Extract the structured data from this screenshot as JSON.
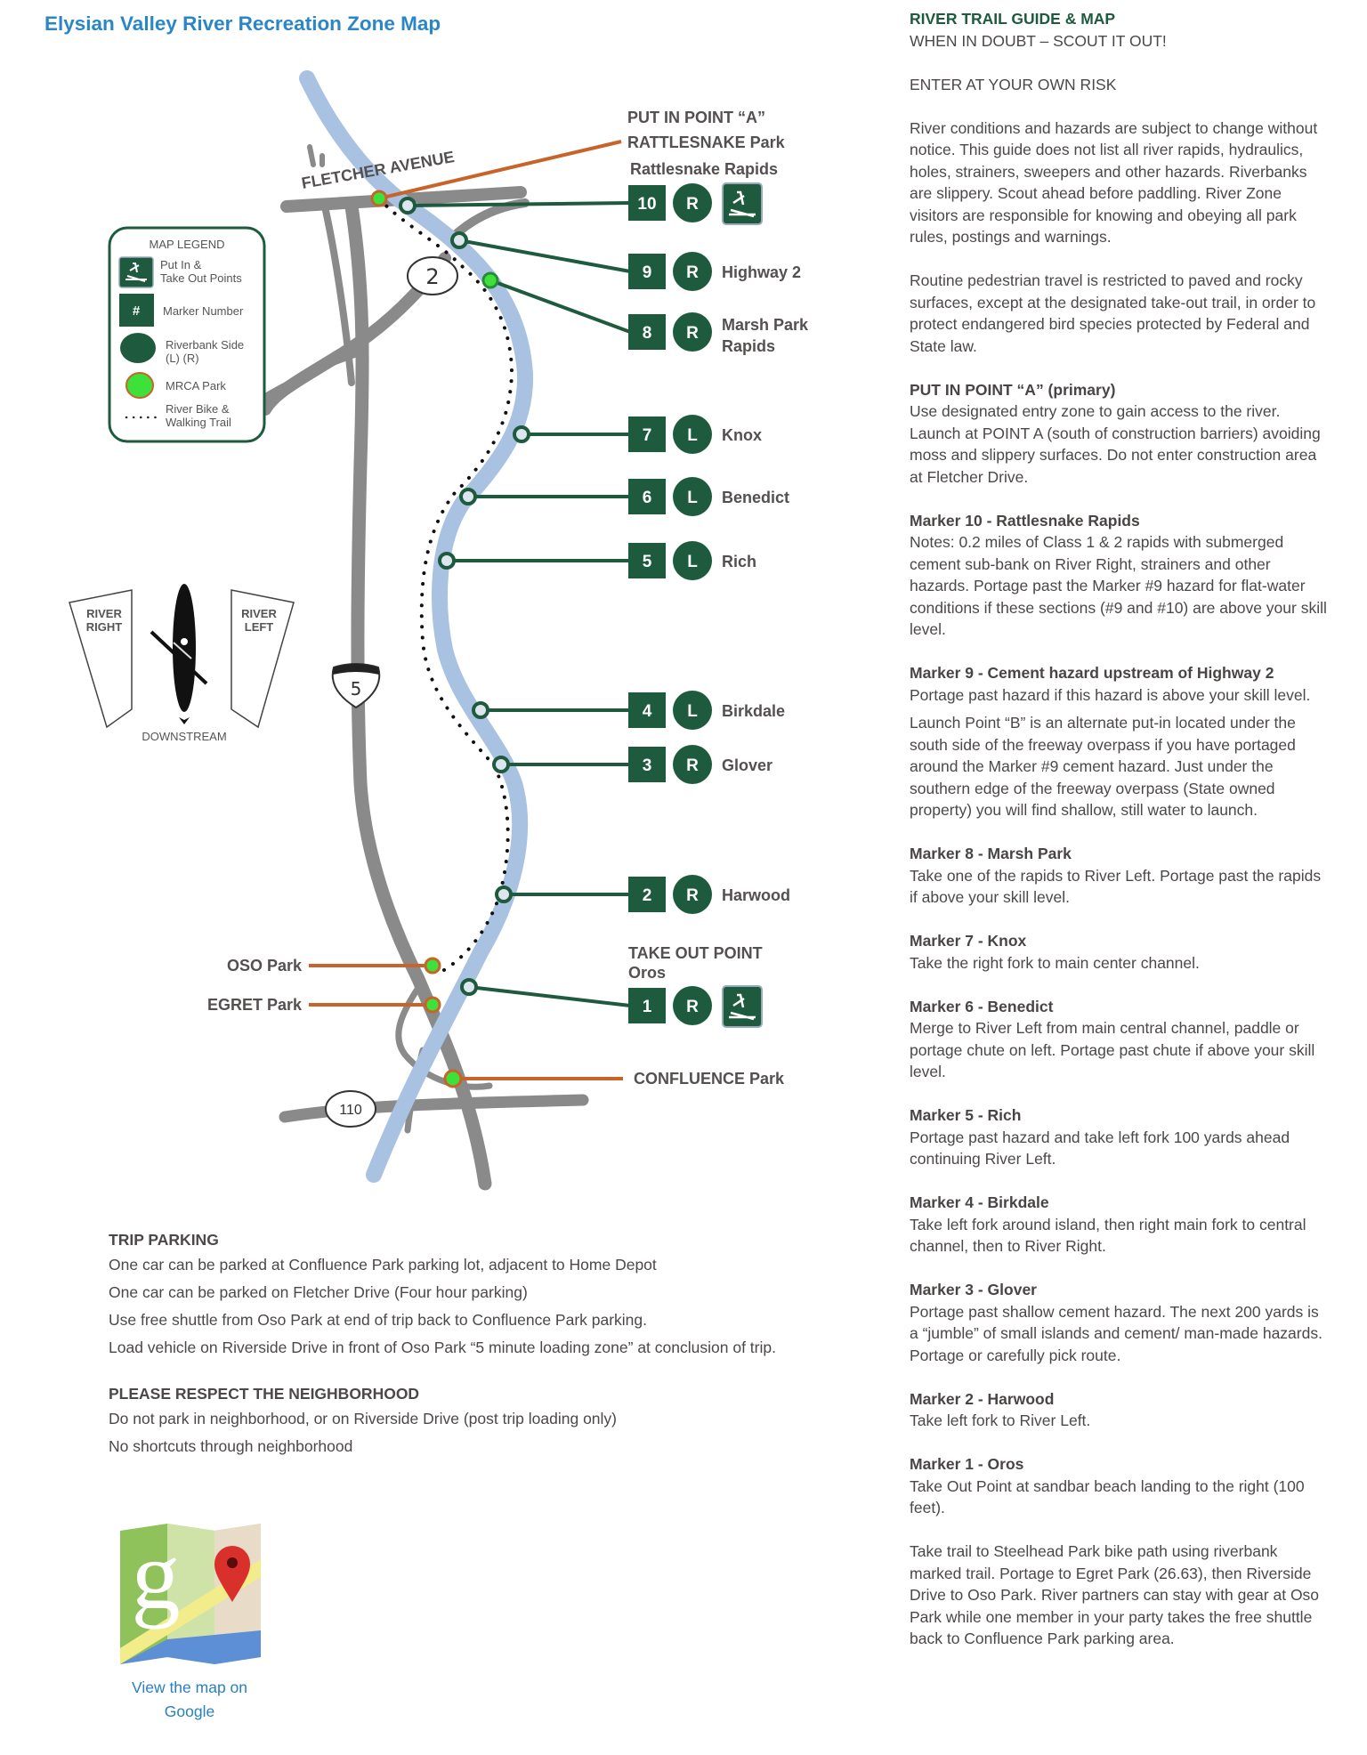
{
  "title": "Elysian Valley River Recreation Zone Map",
  "map": {
    "fletcher": "FLETCHER AVENUE",
    "put_in_1": "PUT IN POINT “A”",
    "put_in_2": "RATTLESNAKE Park",
    "put_in_3": "Rattlesnake Rapids",
    "take_out_1": "TAKE OUT POINT",
    "take_out_2": "Oros",
    "oso": "OSO Park",
    "egret": "EGRET Park",
    "confluence": "CONFLUENCE Park",
    "hwy2": "2",
    "i5": "5",
    "hwy110": "110",
    "markers": [
      {
        "num": "10",
        "side": "R",
        "name": "",
        "name2": "",
        "launch": true
      },
      {
        "num": "9",
        "side": "R",
        "name": "Highway 2",
        "name2": ""
      },
      {
        "num": "8",
        "side": "R",
        "name": "Marsh Park",
        "name2": "Rapids"
      },
      {
        "num": "7",
        "side": "L",
        "name": "Knox",
        "name2": ""
      },
      {
        "num": "6",
        "side": "L",
        "name": "Benedict",
        "name2": ""
      },
      {
        "num": "5",
        "side": "L",
        "name": "Rich",
        "name2": ""
      },
      {
        "num": "4",
        "side": "L",
        "name": "Birkdale",
        "name2": ""
      },
      {
        "num": "3",
        "side": "R",
        "name": "Glover",
        "name2": ""
      },
      {
        "num": "2",
        "side": "R",
        "name": "Harwood",
        "name2": ""
      },
      {
        "num": "1",
        "side": "R",
        "name": "",
        "name2": "",
        "launch": true
      }
    ],
    "legend": {
      "title": "MAP LEGEND",
      "launch_1": "Put In &",
      "launch_2": "Take Out Points",
      "marker_symbol": "#",
      "marker": "Marker Number",
      "bank_1": "Riverbank Side",
      "bank_2": "(L) (R)",
      "park": "MRCA Park",
      "trail_1": "River Bike &",
      "trail_2": "Walking Trail"
    },
    "orientation": {
      "right_1": "RIVER",
      "right_2": "RIGHT",
      "left_1": "RIVER",
      "left_2": "LEFT",
      "downstream": "DOWNSTREAM"
    },
    "colors": {
      "green": "#1e5b3e",
      "orange": "#c8642a",
      "park": "#3ee03a",
      "road": "#8a8a8a",
      "river": "#a9c2e2"
    }
  },
  "parking": {
    "heading": "TRIP PARKING",
    "lines": [
      "One car can be parked at Confluence Park parking lot, adjacent to Home Depot",
      "One car can be parked on Fletcher Drive (Four hour parking)",
      "Use free shuttle from Oso Park at end of trip back to Confluence Park parking.",
      "Load vehicle on Riverside Drive in front of Oso Park “5 minute loading zone” at conclusion of trip."
    ]
  },
  "neighborhood": {
    "heading": "PLEASE RESPECT THE NEIGHBORHOOD",
    "lines": [
      "Do not park in neighborhood, or on Riverside Drive (post trip loading only)",
      "No shortcuts through neighborhood"
    ]
  },
  "google_link": {
    "line1": "View the map on",
    "line2": "Google"
  },
  "guide": {
    "heading": "RIVER TRAIL GUIDE & MAP",
    "scout": "WHEN IN DOUBT – SCOUT IT OUT!",
    "risk": "ENTER AT YOUR OWN RISK",
    "intro": "River conditions and hazards are subject to change without notice. This guide does not list all river rapids, hydraulics, holes, strainers, sweepers and other hazards. Riverbanks are slippery. Scout ahead before paddling. River Zone visitors are responsible for knowing and obeying all park rules, postings and warnings.",
    "pedestrian": "Routine pedestrian travel is restricted to paved and rocky surfaces, except at the designated take-out trail, in order to protect endangered bird species protected by Federal and State law.",
    "sections": [
      {
        "heading": "PUT IN POINT “A” (primary)",
        "body": "Use designated entry zone to gain access to the river. Launch at POINT A (south of construction barriers) avoiding moss and slippery surfaces. Do not enter construction area at Fletcher Drive."
      },
      {
        "heading": "Marker 10 - Rattlesnake Rapids",
        "body": "Notes: 0.2 miles of Class 1 & 2 rapids with submerged cement sub-bank on River Right, strainers and other hazards. Portage past the Marker #9 hazard for flat-water conditions if these sections (#9 and #10) are above your skill level."
      },
      {
        "heading": "Marker 9 - Cement hazard upstream of Highway 2",
        "body": "Portage past hazard if this hazard is above your skill level."
      },
      {
        "heading": "",
        "body": "Launch Point “B” is an alternate put-in located under the south side of the freeway overpass if you have portaged around the Marker #9 cement hazard. Just under the southern edge of the freeway overpass (State owned property) you will find shallow, still water to launch."
      },
      {
        "heading": "Marker 8 - Marsh Park",
        "body": "Take one of the rapids to River Left. Portage past the rapids if above your skill level."
      },
      {
        "heading": "Marker 7 - Knox",
        "body": "Take the right fork to main center channel."
      },
      {
        "heading": "Marker 6 - Benedict",
        "body": "Merge to River Left from main central channel, paddle or portage chute on left. Portage past chute if above your skill level."
      },
      {
        "heading": "Marker 5 - Rich",
        "body": "Portage past hazard and take left fork 100 yards ahead continuing River Left."
      },
      {
        "heading": "Marker 4 - Birkdale",
        "body": "Take left fork around island, then right main fork to central channel, then to River Right."
      },
      {
        "heading": "Marker 3 - Glover",
        "body": "Portage past shallow cement hazard. The next 200 yards is a “jumble” of small islands and cement/ man-made hazards. Portage or carefully pick route."
      },
      {
        "heading": "Marker 2 - Harwood",
        "body": "Take left fork to River Left."
      },
      {
        "heading": "Marker 1 - Oros",
        "body": "Take Out Point at sandbar beach landing to the right (100 feet)."
      }
    ],
    "closing": "Take trail to Steelhead Park bike path using riverbank marked trail. Portage to Egret Park (26.63), then Riverside Drive to Oso Park. River partners can stay with gear at Oso Park while one member in your party takes the free shuttle back to Confluence Park parking area."
  }
}
